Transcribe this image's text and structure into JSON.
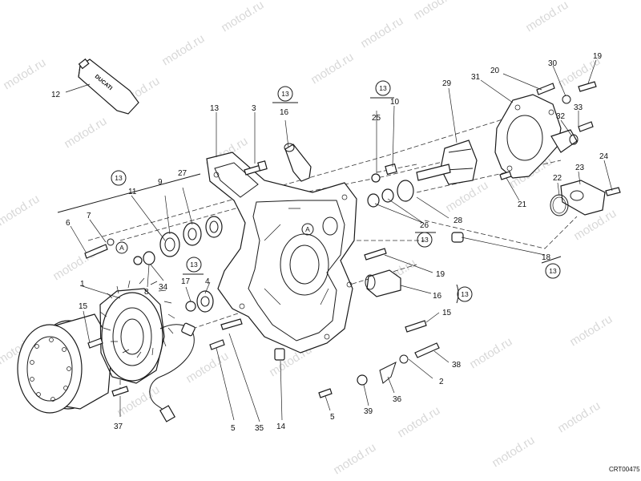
{
  "drawing_code": "CRT00475",
  "watermark_text": "motod.ru",
  "brand_on_tube": "DUCATI",
  "callouts": [
    "1",
    "2",
    "3",
    "4",
    "5",
    "5",
    "6",
    "7",
    "8",
    "9",
    "10",
    "11",
    "12",
    "13",
    "14",
    "15",
    "15",
    "16",
    "16",
    "17",
    "18",
    "19",
    "19",
    "20",
    "21",
    "22",
    "23",
    "24",
    "25",
    "26",
    "27",
    "28",
    "29",
    "30",
    "31",
    "32",
    "33",
    "34",
    "35",
    "36",
    "37",
    "38",
    "39"
  ],
  "refs": {
    "a": "A",
    "group13": "13"
  }
}
